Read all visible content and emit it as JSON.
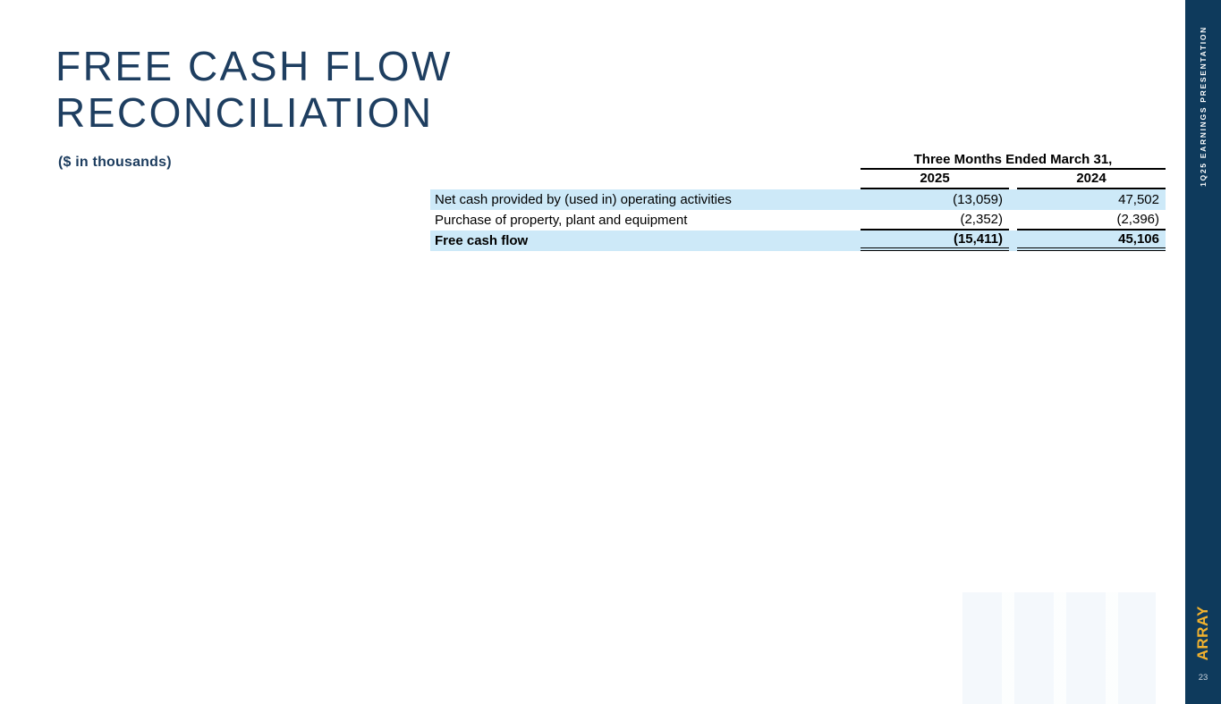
{
  "slide": {
    "title_lines": [
      "FREE CASH FLOW",
      "RECONCILIATION"
    ],
    "units_label": "($ in thousands)"
  },
  "table": {
    "span_header": "Three Months Ended March 31,",
    "col_years": [
      "2025",
      "2024"
    ],
    "rows": [
      {
        "label": "Net cash provided by (used in) operating activities",
        "y2025": "(13,059)",
        "y2024": "47,502"
      },
      {
        "label": "Purchase of property, plant and equipment",
        "y2025": "(2,352)",
        "y2024": "(2,396)"
      },
      {
        "label": "Free cash flow",
        "y2025": "(15,411)",
        "y2024": "45,106"
      }
    ]
  },
  "sidebar": {
    "vertical_label": "1Q25 EARNINGS PRESENTATION",
    "brand": "ARRAY",
    "page_number": "23"
  },
  "colors": {
    "sidebar_navy": "#0e3a5c",
    "title_navy": "#1e3e60",
    "row_highlight_blue": "#cde9f8",
    "brand_yellow": "#f2b22e",
    "table_text": "#000000"
  }
}
